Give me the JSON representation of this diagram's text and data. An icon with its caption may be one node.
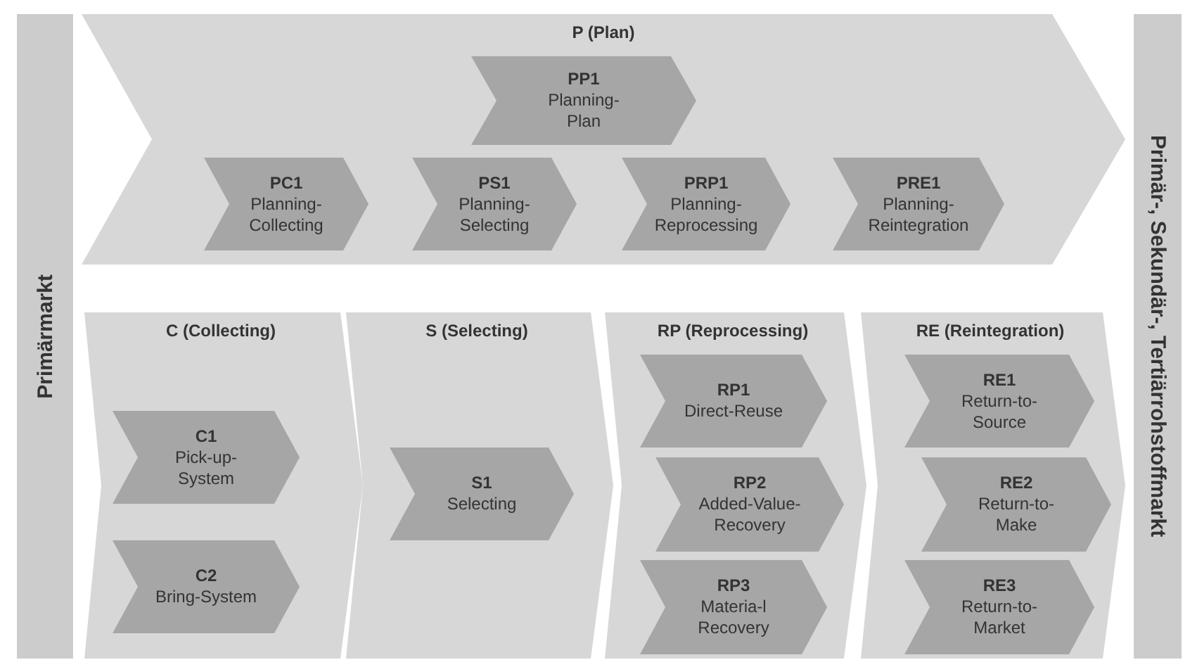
{
  "diagram": {
    "nodes": [
      {
        "text": [
          "Primärmarkt"
        ]
      },
      {
        "text": [
          "P (Plan)"
        ]
      },
      {
        "text": [
          "PP1",
          "Planning-Plan"
        ],
        "in": 1
      },
      {
        "text": [
          "PC1",
          "Planning-Collecting"
        ],
        "in": 1
      },
      {
        "text": [
          "PS1",
          "Planning-Selecting"
        ],
        "in": 1
      },
      {
        "text": [
          "PRP1",
          "Planning-Reprocessing"
        ],
        "in": 1
      },
      {
        "text": [
          "PRE1",
          "Planning-Reintegration"
        ],
        "in": 1
      },
      {
        "text": [
          "Primär-, Sekundär-, Tertiärrohstoffmarkt"
        ]
      },
      {
        "text": [
          "C (Collecting)"
        ]
      },
      {
        "text": [
          "C1",
          "Pick-up-System"
        ],
        "in": 8
      },
      {
        "text": [
          "C2",
          "Bring-System"
        ],
        "in": 8
      },
      {
        "text": [
          "S (Selecting)"
        ]
      },
      {
        "text": [
          "S1",
          "Selecting"
        ],
        "in": 11
      },
      {
        "text": [
          "RP (Reprocessing)"
        ]
      },
      {
        "text": [
          "RP1",
          "Direct-Reuse"
        ],
        "in": 13
      },
      {
        "text": [
          "RP2",
          "Added-Value-Recovery"
        ],
        "in": 13
      },
      {
        "text": [
          "RP3",
          "Materia-l Recovery"
        ],
        "in": 13
      },
      {
        "text": [
          "RE (Reintegration)"
        ]
      },
      {
        "text": [
          "RE1",
          "Return-to-Source"
        ],
        "in": 17
      },
      {
        "text": [
          "RE2",
          "Return-to-Make"
        ],
        "in": 17
      },
      {
        "text": [
          "RE3",
          "Return-to-Market"
        ],
        "in": 17
      }
    ]
  }
}
